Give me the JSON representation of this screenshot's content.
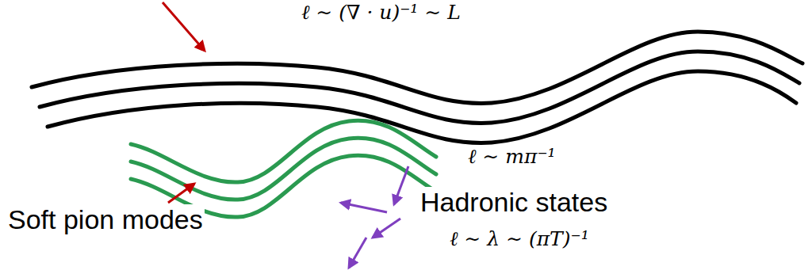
{
  "diagram": {
    "labels": [
      "ℓ ∼ (∇ · u)⁻¹ ∼ L",
      "ℓ ∼ mπ⁻¹",
      "Soft pion modes",
      "Hadronic states",
      "ℓ ∼ λ ∼ (πT)⁻¹"
    ]
  }
}
